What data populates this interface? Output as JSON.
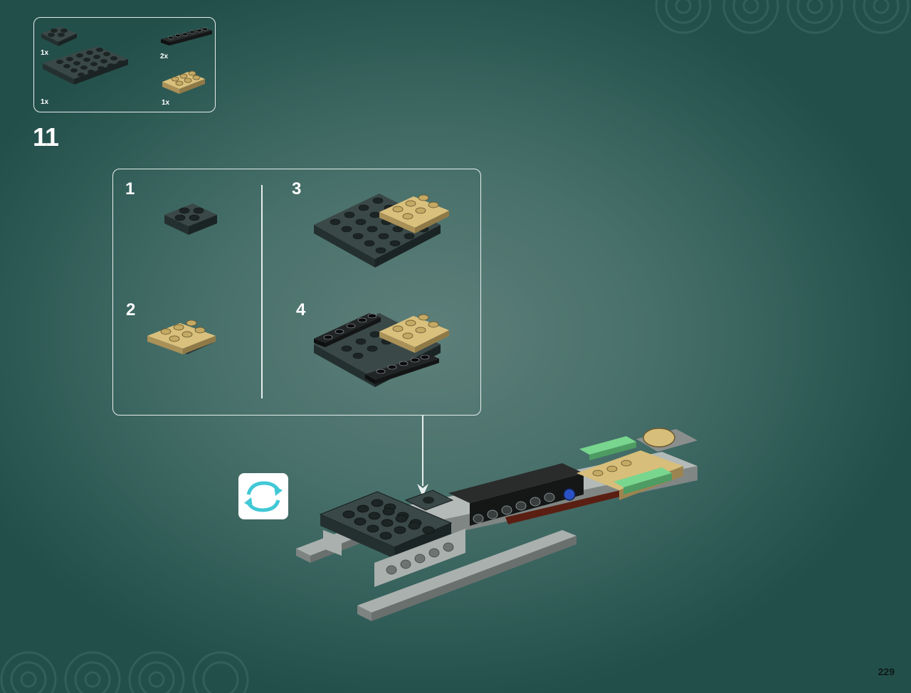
{
  "parts_list": [
    {
      "name": "dark-gray-plate-2x2",
      "qty": "1x"
    },
    {
      "name": "black-plate-1x6",
      "qty": "2x"
    },
    {
      "name": "dark-gray-plate-4x6",
      "qty": "1x"
    },
    {
      "name": "tan-plate-2x3",
      "qty": "1x"
    }
  ],
  "step": {
    "number": "11"
  },
  "substeps": [
    {
      "number": "1"
    },
    {
      "number": "2"
    },
    {
      "number": "3"
    },
    {
      "number": "4"
    }
  ],
  "rotate_icon": "rotate-arrows-icon",
  "page": {
    "number": "229"
  },
  "colors": {
    "background": "#3f6b66",
    "frame": "#e6eeec",
    "rotate_arrow": "#41c8d6",
    "dark_plate": "#2f3b3a",
    "black_plate": "#1b1d1d",
    "tan_plate": "#d7be7a",
    "green_part": "#78d68f",
    "light_gray": "#a9b0ad"
  }
}
